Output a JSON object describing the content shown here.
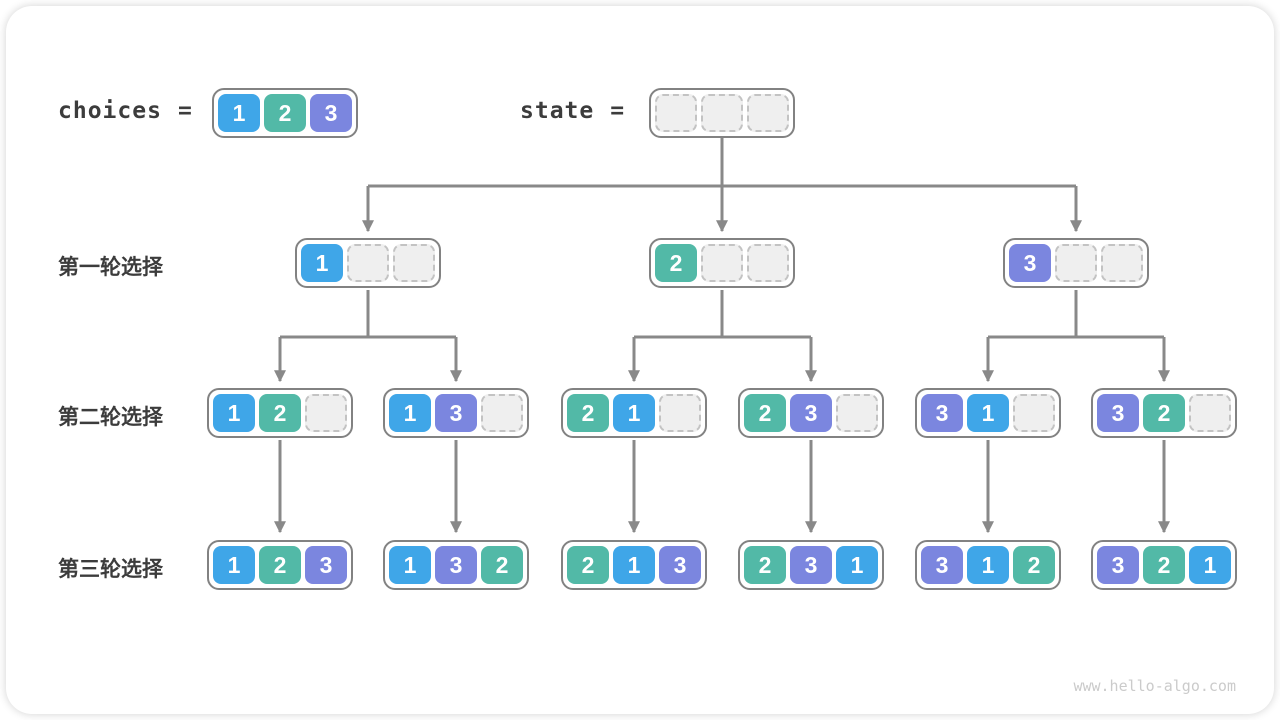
{
  "page": {
    "watermark": "www.hello-algo.com"
  },
  "colors": {
    "choice1": "#3fa6e8",
    "choice2": "#52b9a7",
    "choice3": "#7b86df",
    "arrow": "#898989",
    "node_border": "#828282",
    "empty_fill": "#efefef",
    "empty_border": "#c3c3c3",
    "label_text": "#3c3c3c",
    "watermark_text": "#cbcbcb"
  },
  "header": {
    "choices_label": "choices",
    "state_label": "state",
    "equals": "="
  },
  "choices_box": {
    "cells": [
      1,
      2,
      3
    ]
  },
  "state_box": {
    "cells": [
      null,
      null,
      null
    ]
  },
  "rows": [
    {
      "label": "第一轮选择"
    },
    {
      "label": "第二轮选择"
    },
    {
      "label": "第三轮选择"
    }
  ],
  "tree": {
    "level1": [
      {
        "cells": [
          1,
          null,
          null
        ]
      },
      {
        "cells": [
          2,
          null,
          null
        ]
      },
      {
        "cells": [
          3,
          null,
          null
        ]
      }
    ],
    "level2": [
      {
        "cells": [
          1,
          2,
          null
        ]
      },
      {
        "cells": [
          1,
          3,
          null
        ]
      },
      {
        "cells": [
          2,
          1,
          null
        ]
      },
      {
        "cells": [
          2,
          3,
          null
        ]
      },
      {
        "cells": [
          3,
          1,
          null
        ]
      },
      {
        "cells": [
          3,
          2,
          null
        ]
      }
    ],
    "level3": [
      {
        "cells": [
          1,
          2,
          3
        ]
      },
      {
        "cells": [
          1,
          3,
          2
        ]
      },
      {
        "cells": [
          2,
          1,
          3
        ]
      },
      {
        "cells": [
          2,
          3,
          1
        ]
      },
      {
        "cells": [
          3,
          1,
          2
        ]
      },
      {
        "cells": [
          3,
          2,
          1
        ]
      }
    ]
  }
}
